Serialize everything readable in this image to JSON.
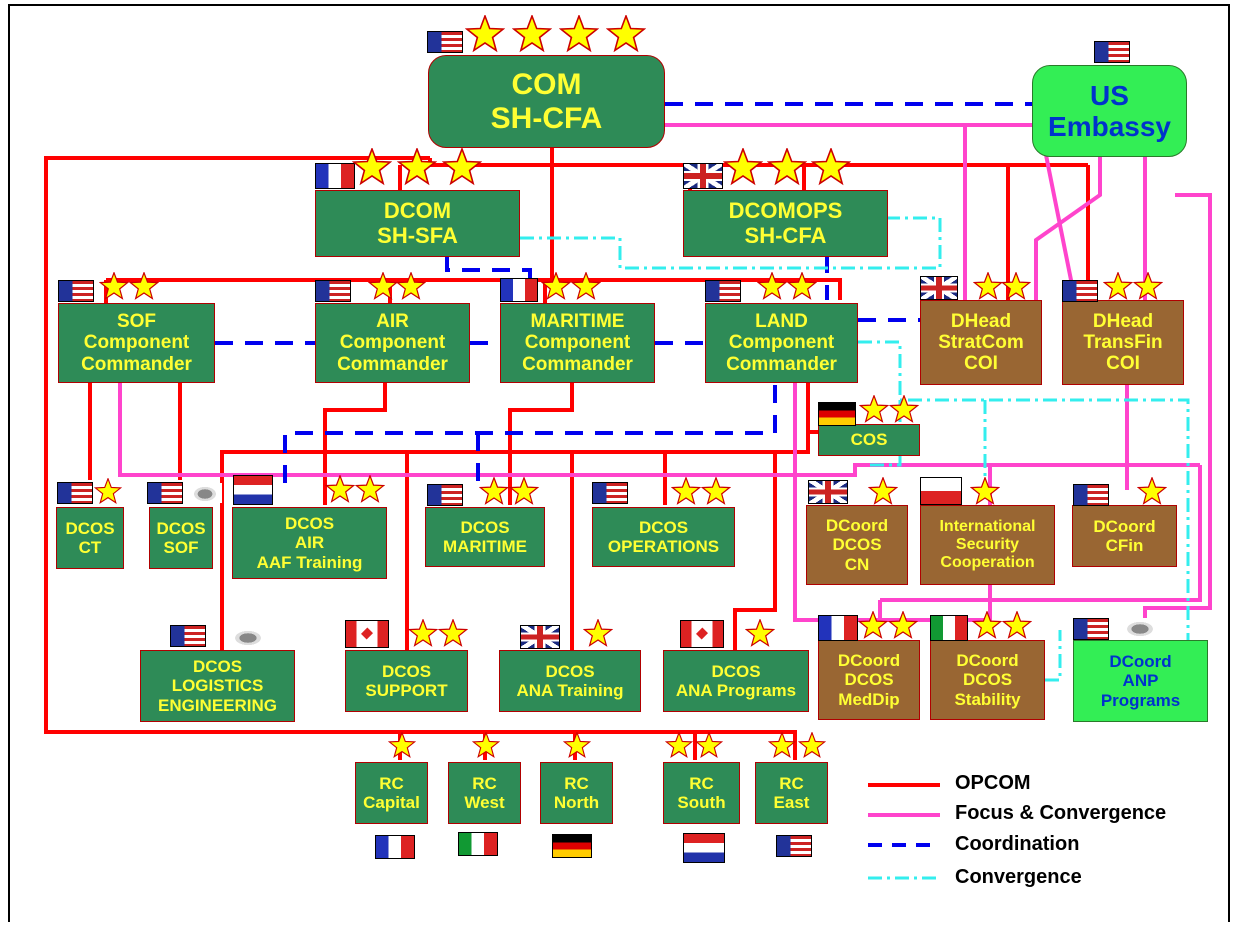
{
  "nodes": {
    "com": {
      "line1": "COM",
      "line2": "SH-CFA"
    },
    "us_embassy": {
      "line1": "US",
      "line2": "Embassy"
    },
    "dcom": {
      "line1": "DCOM",
      "line2": "SH-SFA"
    },
    "dcomops": {
      "line1": "DCOMOPS",
      "line2": "SH-CFA"
    },
    "sof_cc": {
      "line1": "SOF",
      "line2": "Component",
      "line3": "Commander"
    },
    "air_cc": {
      "line1": "AIR",
      "line2": "Component",
      "line3": "Commander"
    },
    "maritime_cc": {
      "line1": "MARITIME",
      "line2": "Component",
      "line3": "Commander"
    },
    "land_cc": {
      "line1": "LAND",
      "line2": "Component",
      "line3": "Commander"
    },
    "dhead_stratcom": {
      "line1": "DHead",
      "line2": "StratCom",
      "line3": "COI"
    },
    "dhead_transfin": {
      "line1": "DHead",
      "line2": "TransFin",
      "line3": "COI"
    },
    "cos": {
      "line1": "COS"
    },
    "dcos_ct": {
      "line1": "DCOS",
      "line2": "CT"
    },
    "dcos_sof": {
      "line1": "DCOS",
      "line2": "SOF"
    },
    "dcos_air": {
      "line1": "DCOS",
      "line2": "AIR",
      "line3": "AAF Training"
    },
    "dcos_maritime": {
      "line1": "DCOS",
      "line2": "MARITIME"
    },
    "dcos_operations": {
      "line1": "DCOS",
      "line2": "OPERATIONS"
    },
    "dcoord_cn": {
      "line1": "DCoord",
      "line2": "DCOS",
      "line3": "CN"
    },
    "intl_security": {
      "line1": "International",
      "line2": "Security",
      "line3": "Cooperation"
    },
    "dcoord_cfin": {
      "line1": "DCoord",
      "line2": "CFin"
    },
    "dcos_logistics": {
      "line1": "DCOS",
      "line2": "LOGISTICS",
      "line3": "ENGINEERING"
    },
    "dcos_support": {
      "line1": "DCOS",
      "line2": "SUPPORT"
    },
    "dcos_ana_training": {
      "line1": "DCOS",
      "line2": "ANA Training"
    },
    "dcos_ana_programs": {
      "line1": "DCOS",
      "line2": "ANA Programs"
    },
    "dcoord_meddip": {
      "line1": "DCoord",
      "line2": "DCOS",
      "line3": "MedDip"
    },
    "dcoord_stability": {
      "line1": "DCoord",
      "line2": "DCOS",
      "line3": "Stability"
    },
    "dcoord_anp": {
      "line1": "DCoord",
      "line2": "ANP",
      "line3": "Programs"
    },
    "rc_capital": {
      "line1": "RC",
      "line2": "Capital"
    },
    "rc_west": {
      "line1": "RC",
      "line2": "West"
    },
    "rc_north": {
      "line1": "RC",
      "line2": "North"
    },
    "rc_south": {
      "line1": "RC",
      "line2": "South"
    },
    "rc_east": {
      "line1": "RC",
      "line2": "East"
    }
  },
  "legend": {
    "opcom": "OPCOM",
    "focus": "Focus & Convergence",
    "coordination": "Coordination",
    "convergence": "Convergence"
  },
  "colors": {
    "opcom": "#ff0000",
    "focus": "#ff44cc",
    "coordination": "#0000ee",
    "convergence": "#33eeee",
    "node_green": "#2e8b57",
    "node_brown": "#996633",
    "node_lime": "#33ee55",
    "star_fill": "#ffff00",
    "star_stroke": "#cc0000"
  },
  "flags": [
    "us",
    "fr",
    "gb",
    "nl",
    "de",
    "pl",
    "ca",
    "it",
    "general-insignia"
  ]
}
